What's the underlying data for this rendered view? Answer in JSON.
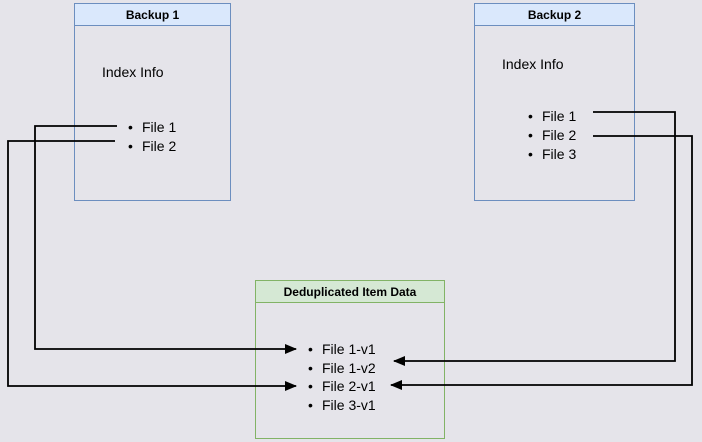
{
  "diagram": {
    "background_color": "#e5e4ea",
    "line_color": "#000000",
    "backup1": {
      "title": "Backup 1",
      "index_label": "Index Info",
      "items": [
        "File 1",
        "File 2"
      ],
      "fill": "#dae8fc",
      "stroke": "#6c8ebf"
    },
    "backup2": {
      "title": "Backup 2",
      "index_label": "Index Info",
      "items": [
        "File 1",
        "File 2",
        "File 3"
      ],
      "fill": "#dae8fc",
      "stroke": "#6c8ebf"
    },
    "dedup": {
      "title": "Deduplicated Item Data",
      "items": [
        "File 1-v1",
        "File 1-v2",
        "File 2-v1",
        "File 3-v1"
      ],
      "fill": "#d5e8d4",
      "stroke": "#82b366"
    },
    "connections": [
      {
        "from": "Backup 1 / File 1",
        "to": "Deduplicated Item Data / File 1-v1"
      },
      {
        "from": "Backup 1 / File 2",
        "to": "Deduplicated Item Data / File 2-v1"
      },
      {
        "from": "Backup 2 / File 1",
        "to": "Deduplicated Item Data / File 1-v2"
      },
      {
        "from": "Backup 2 / File 2",
        "to": "Deduplicated Item Data / File 2-v1"
      }
    ]
  }
}
